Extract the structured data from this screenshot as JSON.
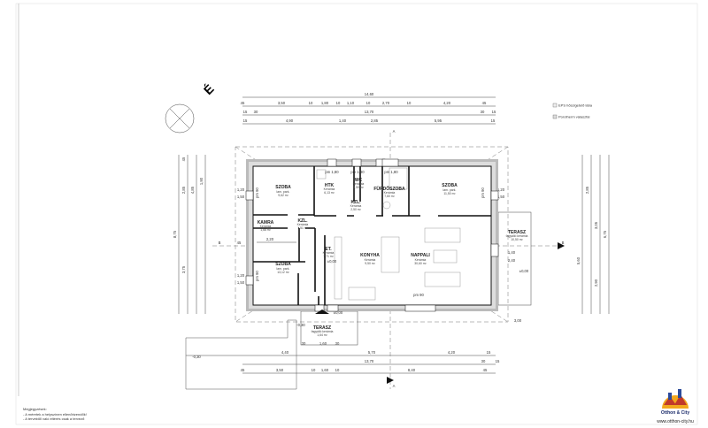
{
  "north_label": "É",
  "legend": [
    {
      "label": "EPS hőszigetelő lába"
    },
    {
      "label": "Porotherm válaszfal"
    }
  ],
  "dimensions_top": {
    "overall": "14,60",
    "row2": [
      "45",
      "3,50",
      "10",
      "1,80",
      "10",
      "1,10",
      "10",
      "2,70",
      "10",
      "4,20",
      "45"
    ],
    "row3": [
      "15",
      "30",
      "13,70",
      "30",
      "15"
    ],
    "row4": [
      "15",
      "4,90",
      "1,40",
      "2,85",
      "5,95",
      "15"
    ]
  },
  "dimensions_bottom": {
    "row1": [
      "30",
      "1,60",
      "30",
      "4,40",
      "5,70",
      "4,20",
      "15"
    ],
    "row2": [
      "13,70",
      "30",
      "15"
    ],
    "row3": [
      "45",
      "3,50",
      "10",
      "1,60",
      "10",
      "8,40",
      "45"
    ]
  },
  "dimensions_left": [
    "1,20",
    "1,50",
    "2,85",
    "4,85",
    "8,75",
    "3,75",
    "1,90",
    "1,20",
    "1,50",
    "2,20",
    "45",
    "45"
  ],
  "dimensions_right": [
    "1,20",
    "1,50",
    "2,85",
    "3,05",
    "6,75",
    "5,60",
    "2,90",
    "1,40",
    "2,40",
    "3,00"
  ],
  "section_marks": {
    "a": "A",
    "b": "B"
  },
  "levels": [
    "±0,00",
    "±0,00",
    "-0,30",
    "±0,00"
  ],
  "rooms": [
    {
      "name": "SZOBA",
      "finish": "lam. park.",
      "area": "9,62 m²"
    },
    {
      "name": "HTK",
      "finish": "Kerámia",
      "area": "6,13 m²"
    },
    {
      "name": "WC",
      "finish": "Kerámia",
      "area": "1,50 m²"
    },
    {
      "name": "FÜRDŐSZOBA",
      "finish": "Kerámia",
      "area": "7,60 m²"
    },
    {
      "name": "SZOBA",
      "finish": "lam. park.",
      "area": "11,50 m²"
    },
    {
      "name": "KAMRA",
      "finish": "Kerámia",
      "area": "1,68 m²"
    },
    {
      "name": "KZL.",
      "finish": "Kerámia",
      "area": "1,51 m²"
    },
    {
      "name": "KZL.",
      "finish": "Kerámia",
      "area": "2,50 m²"
    },
    {
      "name": "SZOBA",
      "finish": "lam. park.",
      "area": "13,12 m²"
    },
    {
      "name": "ET.",
      "finish": "Kerámia",
      "area": "7,71 m²"
    },
    {
      "name": "KONYHA",
      "finish": "Kerámia",
      "area": "9,50 m²"
    },
    {
      "name": "NAPPALI",
      "finish": "Kerámia",
      "area": "30,60 m²"
    },
    {
      "name": "TERASZ",
      "finish": "fagyálló kerámia",
      "area": "10,50 m²"
    },
    {
      "name": "TERASZ",
      "finish": "fagyálló kerámia",
      "area": "1,64 m²"
    }
  ],
  "parapets": [
    "pm 1,80",
    "pm 1,80",
    "pm 1,80",
    "pm 90",
    "pm 90",
    "pm 90",
    "pm 90"
  ],
  "notes": {
    "title": "Megjegyzések:",
    "lines": [
      "- A méretek a helyszínen ellenőrizendők!",
      "- A tervektől való eltérés csak a tervező"
    ]
  },
  "logo": {
    "brand": "Otthon & City",
    "url": "www.otthon-city.hu"
  }
}
